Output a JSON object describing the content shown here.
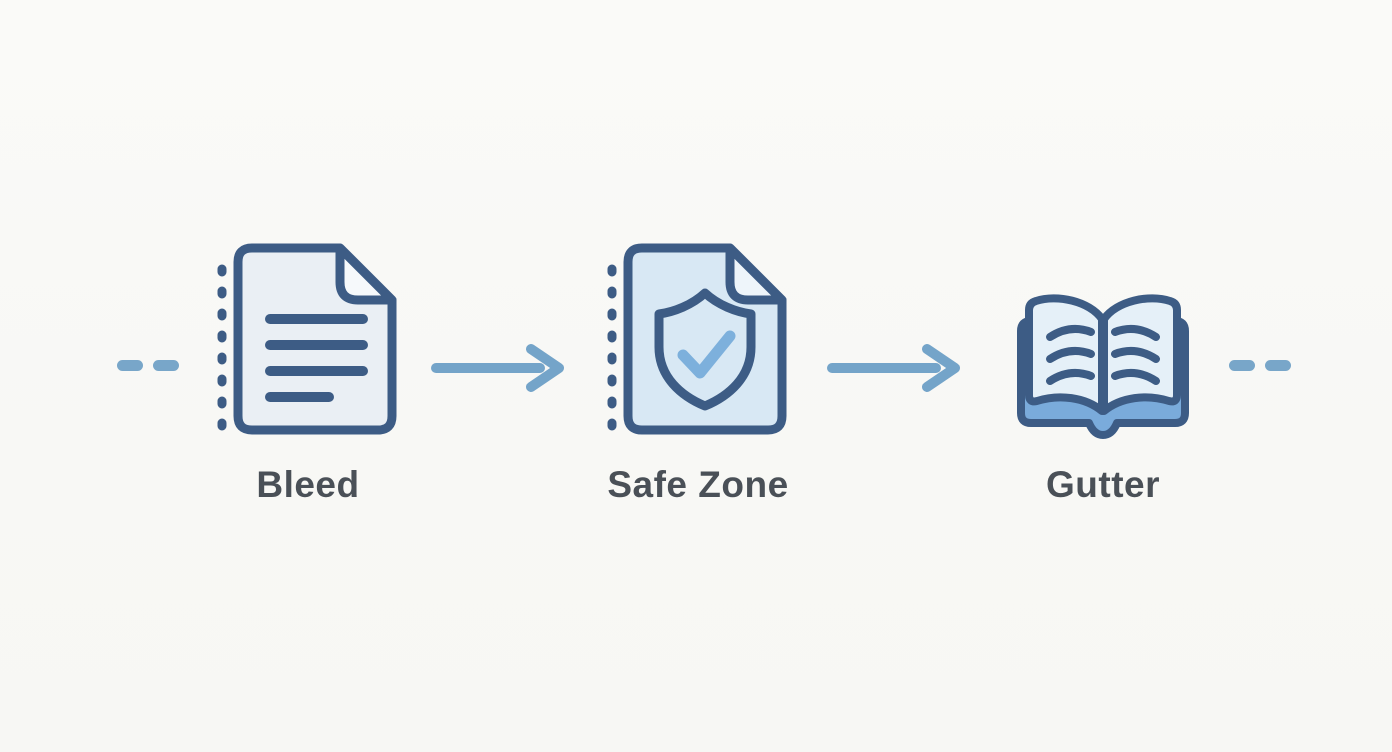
{
  "diagram": {
    "description": "Print layout terms flow diagram",
    "steps": [
      {
        "label": "Bleed",
        "icon": "document-with-trim-marks-icon"
      },
      {
        "label": "Safe Zone",
        "icon": "document-with-shield-check-icon"
      },
      {
        "label": "Gutter",
        "icon": "open-book-icon"
      }
    ],
    "connectors": [
      {
        "type": "arrow",
        "from": "Bleed",
        "to": "Safe Zone"
      },
      {
        "type": "arrow",
        "from": "Safe Zone",
        "to": "Gutter"
      }
    ],
    "edge_marks": {
      "left": "dashed-line",
      "right": "dashed-line"
    },
    "colors": {
      "background": "#f8f8f6",
      "outline_navy": "#3d5c85",
      "accent_blue": "#74a4c9",
      "check_blue": "#7db0dc",
      "doc_fill_light": "#eaeff4",
      "doc_fill_blue": "#d8e8f4",
      "page_fill": "#e5f0f8",
      "book_cover_fill": "#7aabdb",
      "label_text": "#4a5057"
    }
  }
}
